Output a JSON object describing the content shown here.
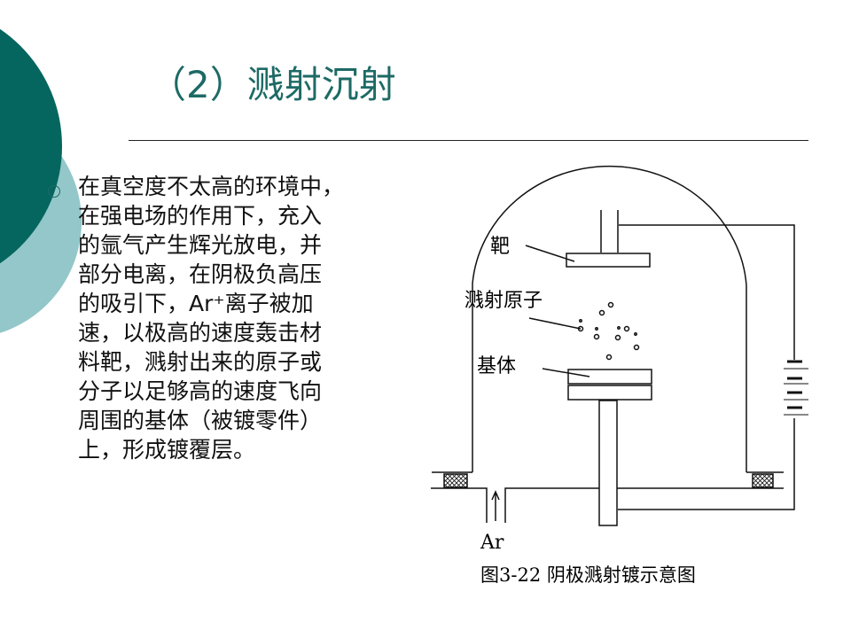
{
  "slide": {
    "title": "（2）溅射沉射",
    "body_lines": [
      "在真空度不太高的环境中，",
      "在强电场的作用下，充入",
      "的氩气产生辉光放电，并",
      "部分电离，在阴极负高压",
      "的吸引下，Ar⁺离子被加",
      "速，以极高的速度轰击材",
      "料靶，溅射出来的原子或",
      "分子以足够高的速度飞向",
      "周围的基体（被镀零件）",
      "上，形成镀覆层。"
    ]
  },
  "diagram": {
    "label_target": "靶",
    "label_atoms": "溅射原子",
    "label_substrate": "基体",
    "label_gas": "Ar",
    "caption": "图3-22 阴极溅射镀示意图"
  },
  "colors": {
    "dark_teal": "#05665f",
    "light_teal": "#93c7c9",
    "title": "#1d6a65"
  }
}
